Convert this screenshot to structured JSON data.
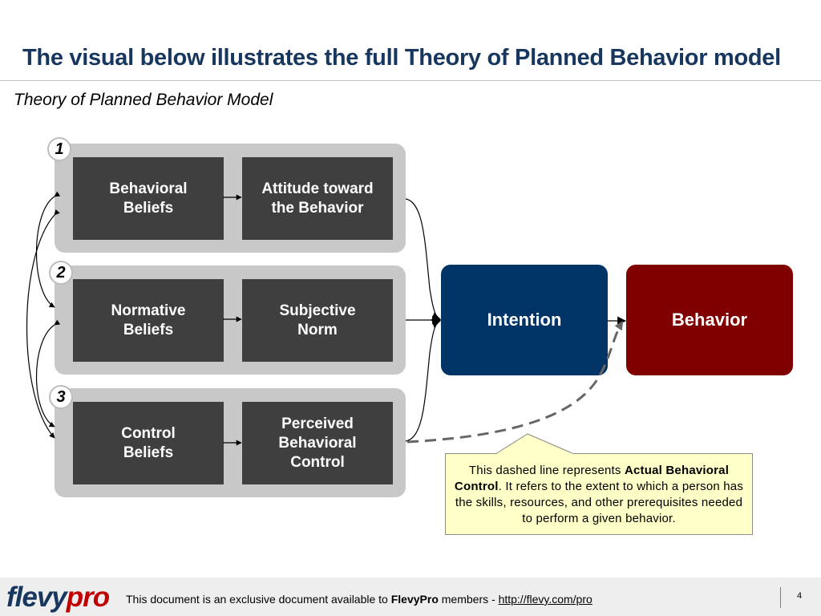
{
  "header": {
    "title": "The visual below illustrates the full Theory of Planned Behavior model",
    "subtitle": "Theory of Planned Behavior Model"
  },
  "groups": [
    {
      "number": "1",
      "belief": "Behavioral\nBeliefs",
      "outcome": "Attitude toward\nthe Behavior"
    },
    {
      "number": "2",
      "belief": "Normative\nBeliefs",
      "outcome": "Subjective\nNorm"
    },
    {
      "number": "3",
      "belief": "Control\nBeliefs",
      "outcome": "Perceived\nBehavioral\nControl"
    }
  ],
  "nodes": {
    "intention": "Intention",
    "behavior": "Behavior"
  },
  "callout": {
    "text_before": "This dashed line represents ",
    "text_bold": "Actual Behavioral Control",
    "text_after": ". It refers to the extent to which a person has the skills, resources, and other prerequisites needed to perform a given behavior."
  },
  "colors": {
    "title": "#17375e",
    "intention": "#003366",
    "behavior": "#800000",
    "dark_box": "#3f3f3f",
    "group_bg": "#c8c8c8",
    "callout_bg": "#ffffc8"
  },
  "footer": {
    "logo_part1": "flevy",
    "logo_part2": "pro",
    "text_before": "This document is an exclusive document available to ",
    "text_bold": "FlevyPro",
    "text_middle": " members - ",
    "link": "http://flevy.com/pro",
    "page_number": "4"
  }
}
